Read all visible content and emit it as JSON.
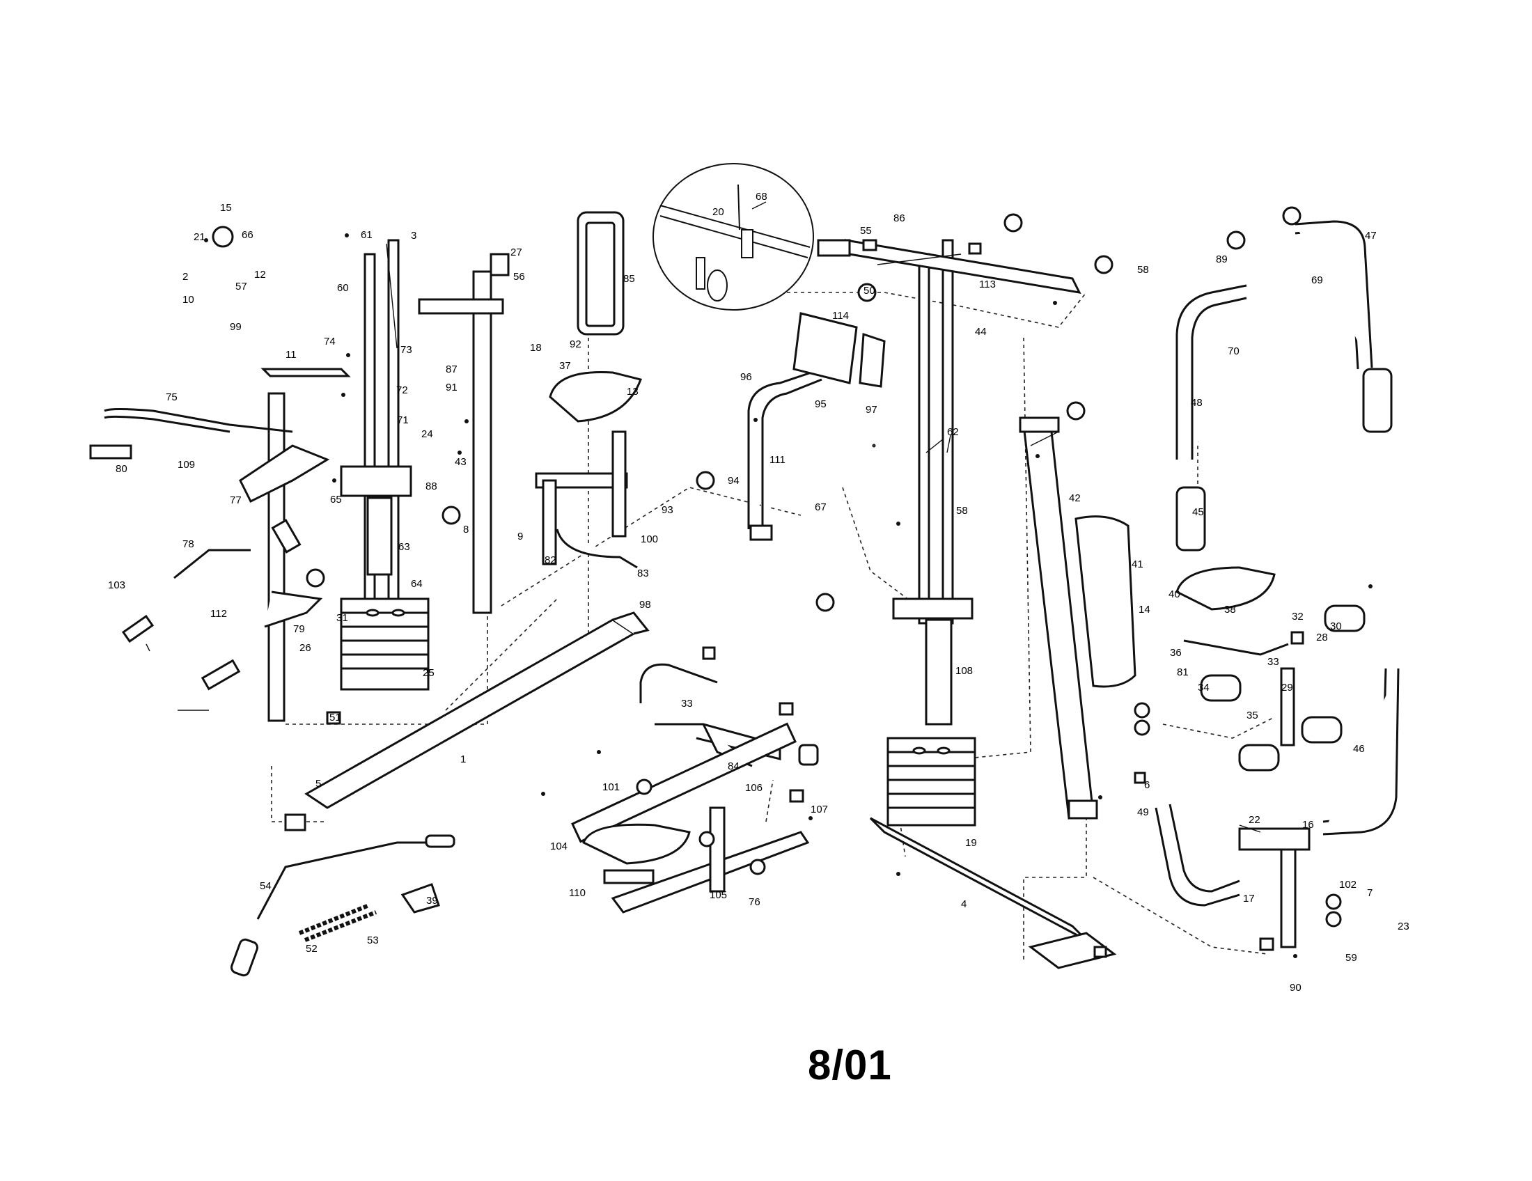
{
  "diagram": {
    "date_code": "8/01",
    "callouts": [
      "15",
      "66",
      "21",
      "2",
      "12",
      "57",
      "10",
      "99",
      "61",
      "3",
      "60",
      "73",
      "27",
      "56",
      "85",
      "11",
      "74",
      "75",
      "109",
      "80",
      "72",
      "71",
      "24",
      "65",
      "63",
      "64",
      "25",
      "77",
      "78",
      "103",
      "112",
      "79",
      "26",
      "87",
      "91",
      "43",
      "88",
      "8",
      "9",
      "100",
      "82",
      "83",
      "92",
      "37",
      "18",
      "13",
      "96",
      "114",
      "95",
      "97",
      "94",
      "93",
      "111",
      "67",
      "62",
      "58",
      "108",
      "55",
      "86",
      "113",
      "44",
      "50",
      "58",
      "42",
      "41",
      "14",
      "36",
      "40",
      "38",
      "34",
      "30",
      "33",
      "29",
      "28",
      "35",
      "32",
      "47",
      "48",
      "45",
      "69",
      "70",
      "89",
      "46",
      "49",
      "22",
      "16",
      "102",
      "23",
      "59",
      "90",
      "17",
      "104",
      "110",
      "105",
      "106",
      "107",
      "76",
      "101",
      "84",
      "98",
      "1",
      "4",
      "5",
      "6",
      "7",
      "19",
      "20",
      "39",
      "51",
      "52",
      "53",
      "54",
      "31",
      "81",
      "68",
      "33"
    ]
  }
}
